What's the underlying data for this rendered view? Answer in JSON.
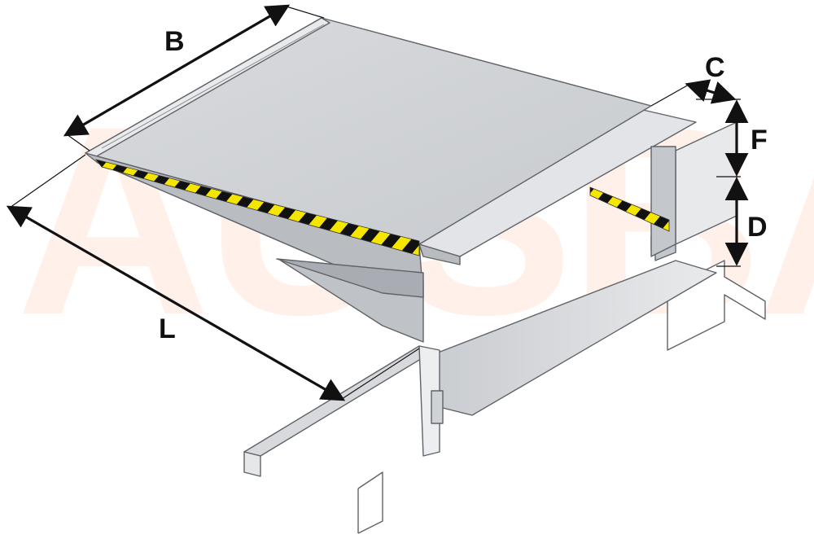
{
  "watermark": {
    "text": "AUSBAU"
  },
  "dimensions": {
    "length": "L",
    "width": "B",
    "lip": "C",
    "height_above": "F",
    "height_below": "D"
  },
  "colors": {
    "deck_top": "#cdd0d4",
    "deck_light": "#e3e5e8",
    "deck_shadow": "#b6bac0",
    "floor": "#efefef",
    "outline": "#5f6368",
    "stripe_yellow": "#f5e600",
    "stripe_black": "#111111",
    "arrow": "#111111"
  }
}
